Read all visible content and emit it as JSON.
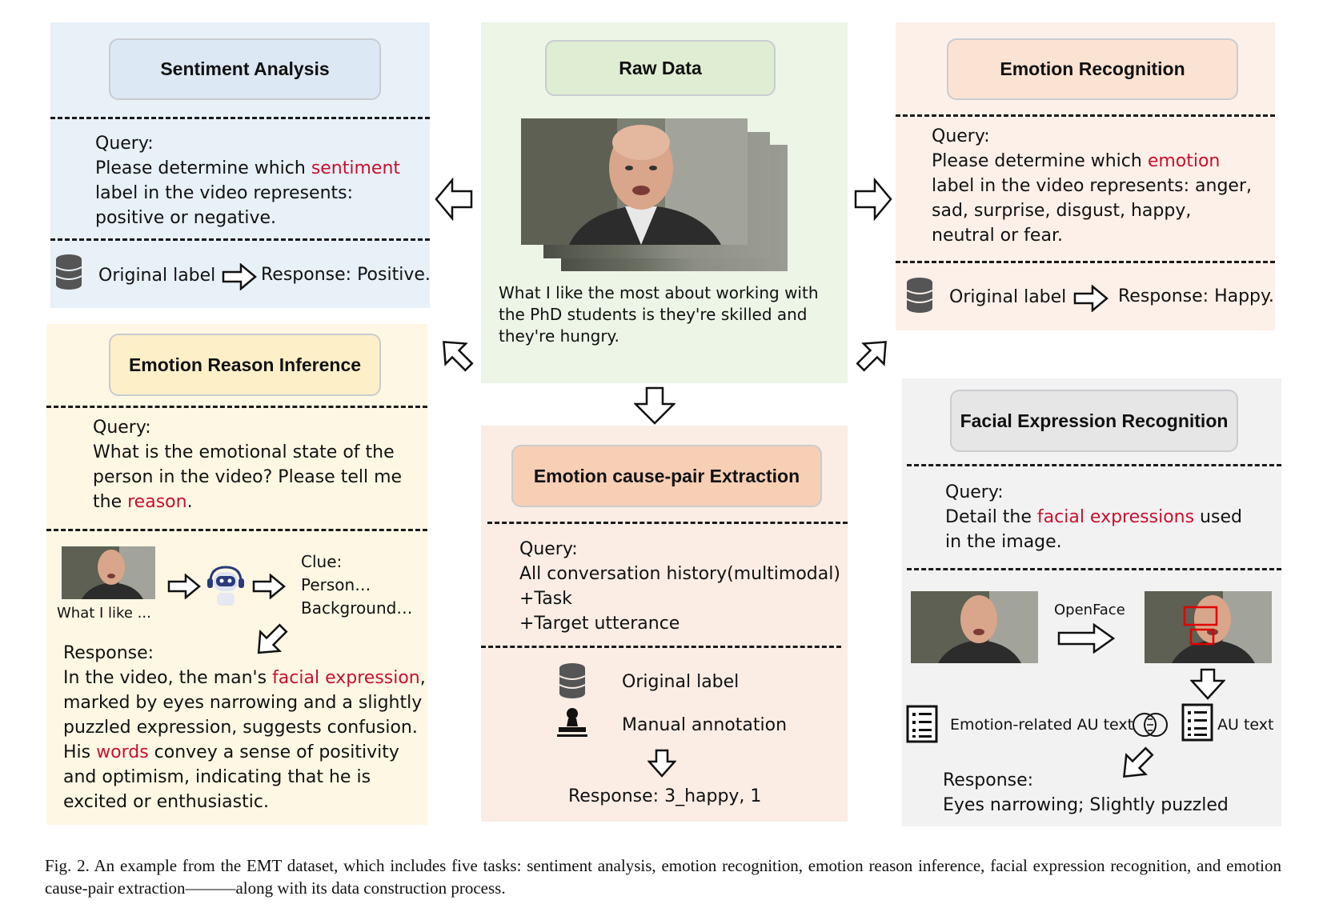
{
  "raw_data": {
    "title": "Raw Data",
    "transcript_lines": [
      "What I like the most about working with",
      "the PhD students is they're skilled and",
      "they're hungry."
    ]
  },
  "sentiment": {
    "title": "Sentiment Analysis",
    "query_label": "Query:",
    "q1_pre": "Please determine which ",
    "q1_red": "sentiment",
    "q2": "label in the video represents:",
    "q3": "positive or negative.",
    "orig": "Original label",
    "resp": "Response: Positive."
  },
  "emotion": {
    "title": "Emotion Recognition",
    "query_label": "Query:",
    "q1_pre": "Please determine which ",
    "q1_red": "emotion",
    "q2": "label in the video represents: anger,",
    "q3": "sad, surprise, disgust, happy,",
    "q4": "neutral or fear.",
    "orig": "Original label",
    "resp": "Response: Happy."
  },
  "reason": {
    "title": "Emotion Reason Inference",
    "query_label": "Query:",
    "q1": "What is the emotional state of the",
    "q2": "person in the video? Please tell me",
    "q3_pre": "the ",
    "q3_red": "reason",
    "q3_post": ".",
    "thumb_caption": "What I like ...",
    "clue": [
      "Clue:",
      "Person…",
      "Background…"
    ],
    "response_label": "Response:",
    "r1_pre": "In the video, the man's ",
    "r1_red": "facial expression",
    "r1_post": ",",
    "r2": "marked by eyes narrowing and a slightly",
    "r3": "puzzled expression, suggests confusion.",
    "r4_pre": "His ",
    "r4_red": "words",
    "r4_post": " convey a sense of positivity",
    "r5": "and optimism, indicating that he is",
    "r6": "excited or enthusiastic."
  },
  "cause": {
    "title": "Emotion cause-pair Extraction",
    "query_label": "Query:",
    "q1": "All conversation history(multimodal)",
    "q2": "+Task",
    "q3": "+Target utterance",
    "orig": "Original label",
    "manual": "Manual annotation",
    "resp": "Response: 3_happy, 1"
  },
  "facial": {
    "title": "Facial Expression Recognition",
    "query_label": "Query:",
    "q1_pre": "Detail the ",
    "q1_red": "facial expressions",
    "q1_post": " used",
    "q2": "in the image.",
    "openface": "OpenFace",
    "au_emotion": "Emotion-related AU text",
    "au_text": "AU text",
    "response_label": "Response:",
    "resp": "Eyes narrowing; Slightly puzzled"
  },
  "caption": "Fig. 2.  An example from the EMT dataset, which includes five tasks: sentiment analysis, emotion recognition, emotion reason inference, facial expression recognition, and emotion cause-pair extraction———along with its data construction process.",
  "colors": {
    "sentiment_bg": "#e8f0f8",
    "raw_bg": "#edf5e6",
    "emotion_bg": "#fdf0e8",
    "reason_bg": "#fef7e4",
    "cause_bg": "#fbede4",
    "facial_bg": "#f2f2f2",
    "highlight_red": "#c8102e"
  },
  "icons": [
    "database-icon",
    "hollow-arrow-icon",
    "robot-icon",
    "stamp-icon",
    "document-list-icon",
    "venn-icon"
  ]
}
